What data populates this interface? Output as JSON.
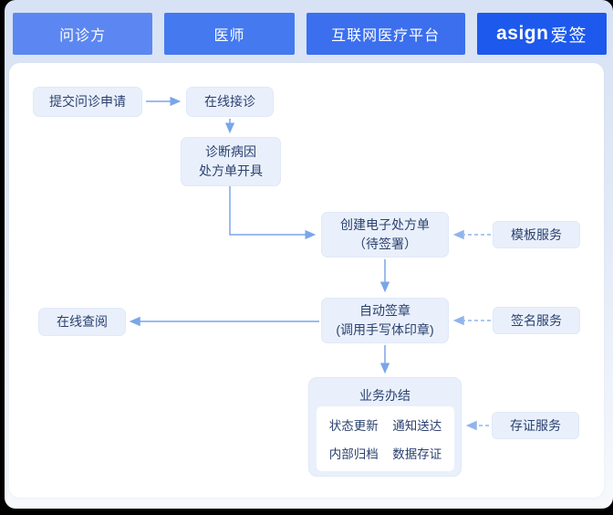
{
  "header": {
    "lanes": [
      {
        "label": "问诊方",
        "color": "#5C87F2"
      },
      {
        "label": "医师",
        "color": "#4579EF"
      },
      {
        "label": "互联网医疗平台",
        "color": "#3B6FEE"
      },
      {
        "label": "asign爱签",
        "label_latin": "asign",
        "label_cn": "爱签",
        "color": "#1D59EC"
      }
    ]
  },
  "flow": {
    "submit": {
      "label": "提交问诊申请"
    },
    "receive": {
      "label": "在线接诊"
    },
    "diagnose": {
      "line1": "诊断病因",
      "line2": "处方单开具"
    },
    "create": {
      "line1": "创建电子处方单",
      "line2": "（待签署）"
    },
    "sign": {
      "line1": "自动签章",
      "line2": "(调用手写体印章)"
    },
    "review": {
      "label": "在线查阅"
    },
    "complete": {
      "title": "业务办结",
      "items": [
        "状态更新",
        "通知送达",
        "内部归档",
        "数据存证"
      ]
    }
  },
  "services": {
    "template": {
      "label": "模板服务"
    },
    "signature": {
      "label": "签名服务"
    },
    "evidence": {
      "label": "存证服务"
    }
  },
  "edges": [
    {
      "from": "提交问诊申请",
      "to": "在线接诊",
      "style": "solid"
    },
    {
      "from": "在线接诊",
      "to": "诊断病因/处方单开具",
      "style": "solid"
    },
    {
      "from": "诊断病因/处方单开具",
      "to": "创建电子处方单（待签署）",
      "style": "solid"
    },
    {
      "from": "模板服务",
      "to": "创建电子处方单（待签署）",
      "style": "dashed"
    },
    {
      "from": "创建电子处方单（待签署）",
      "to": "自动签章(调用手写体印章)",
      "style": "solid"
    },
    {
      "from": "签名服务",
      "to": "自动签章(调用手写体印章)",
      "style": "dashed"
    },
    {
      "from": "自动签章(调用手写体印章)",
      "to": "在线查阅",
      "style": "solid"
    },
    {
      "from": "自动签章(调用手写体印章)",
      "to": "业务办结",
      "style": "solid"
    },
    {
      "from": "存证服务",
      "to": "业务办结",
      "style": "dashed"
    }
  ],
  "colors": {
    "canvas_frame": "#000000",
    "card_top": "#D7E2F4",
    "card_bottom": "#F7F9FC",
    "panel": "#FFFFFF",
    "node_bg": "#E9F0FB",
    "node_text": "#2C4170",
    "arrow_solid": "#7AA6E8",
    "arrow_dashed": "#8FB5EC",
    "lane_text": "#FFFFFF"
  }
}
